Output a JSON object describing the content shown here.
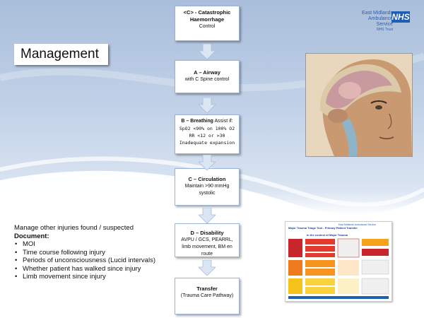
{
  "header": {
    "org_name": "East Midlands Ambulance Service",
    "trust_label": "NHS Trust",
    "nhs_badge": "NHS"
  },
  "slide_title": "Management",
  "steps": [
    {
      "heading": "<C> - Catastrophic Haemorrhage",
      "lines": [
        "Control"
      ]
    },
    {
      "heading": "A – Airway",
      "lines": [
        "with C Spine control"
      ]
    },
    {
      "heading": "B – Breathing",
      "suffix": "Assist if:",
      "mono_lines": [
        "SpO2 <90% on 100% O2",
        "RR <12 or >30",
        "Inadequate expansion"
      ]
    },
    {
      "heading": "C – Circulation",
      "lines": [
        "Maintain >90 mmHg systolic"
      ]
    },
    {
      "heading": "D – Disability",
      "lines": [
        "AVPU / GCS, PEARRL, limb movement, BM en route"
      ]
    },
    {
      "heading": "Transfer",
      "lines": [
        "(Trauma Care Pathway)"
      ]
    }
  ],
  "manage_box": {
    "intro": "Manage other injuries found / suspected",
    "doc_label": "Document:",
    "items": [
      "MOI",
      "Time course following injury",
      "Periods of unconsciousness (Lucid intervals)",
      "Whether patient has walked since injury",
      "Limb movement since injury"
    ]
  },
  "triage_doc": {
    "title": "Major Trauma Triage Tool - Primary Patient Transfer",
    "org": "East Midlands Ambulance Service",
    "subtitle": "In the context of Major Trauma"
  },
  "colors": {
    "arrow": "#dbe6f4",
    "accent": "#1f5fb3"
  }
}
